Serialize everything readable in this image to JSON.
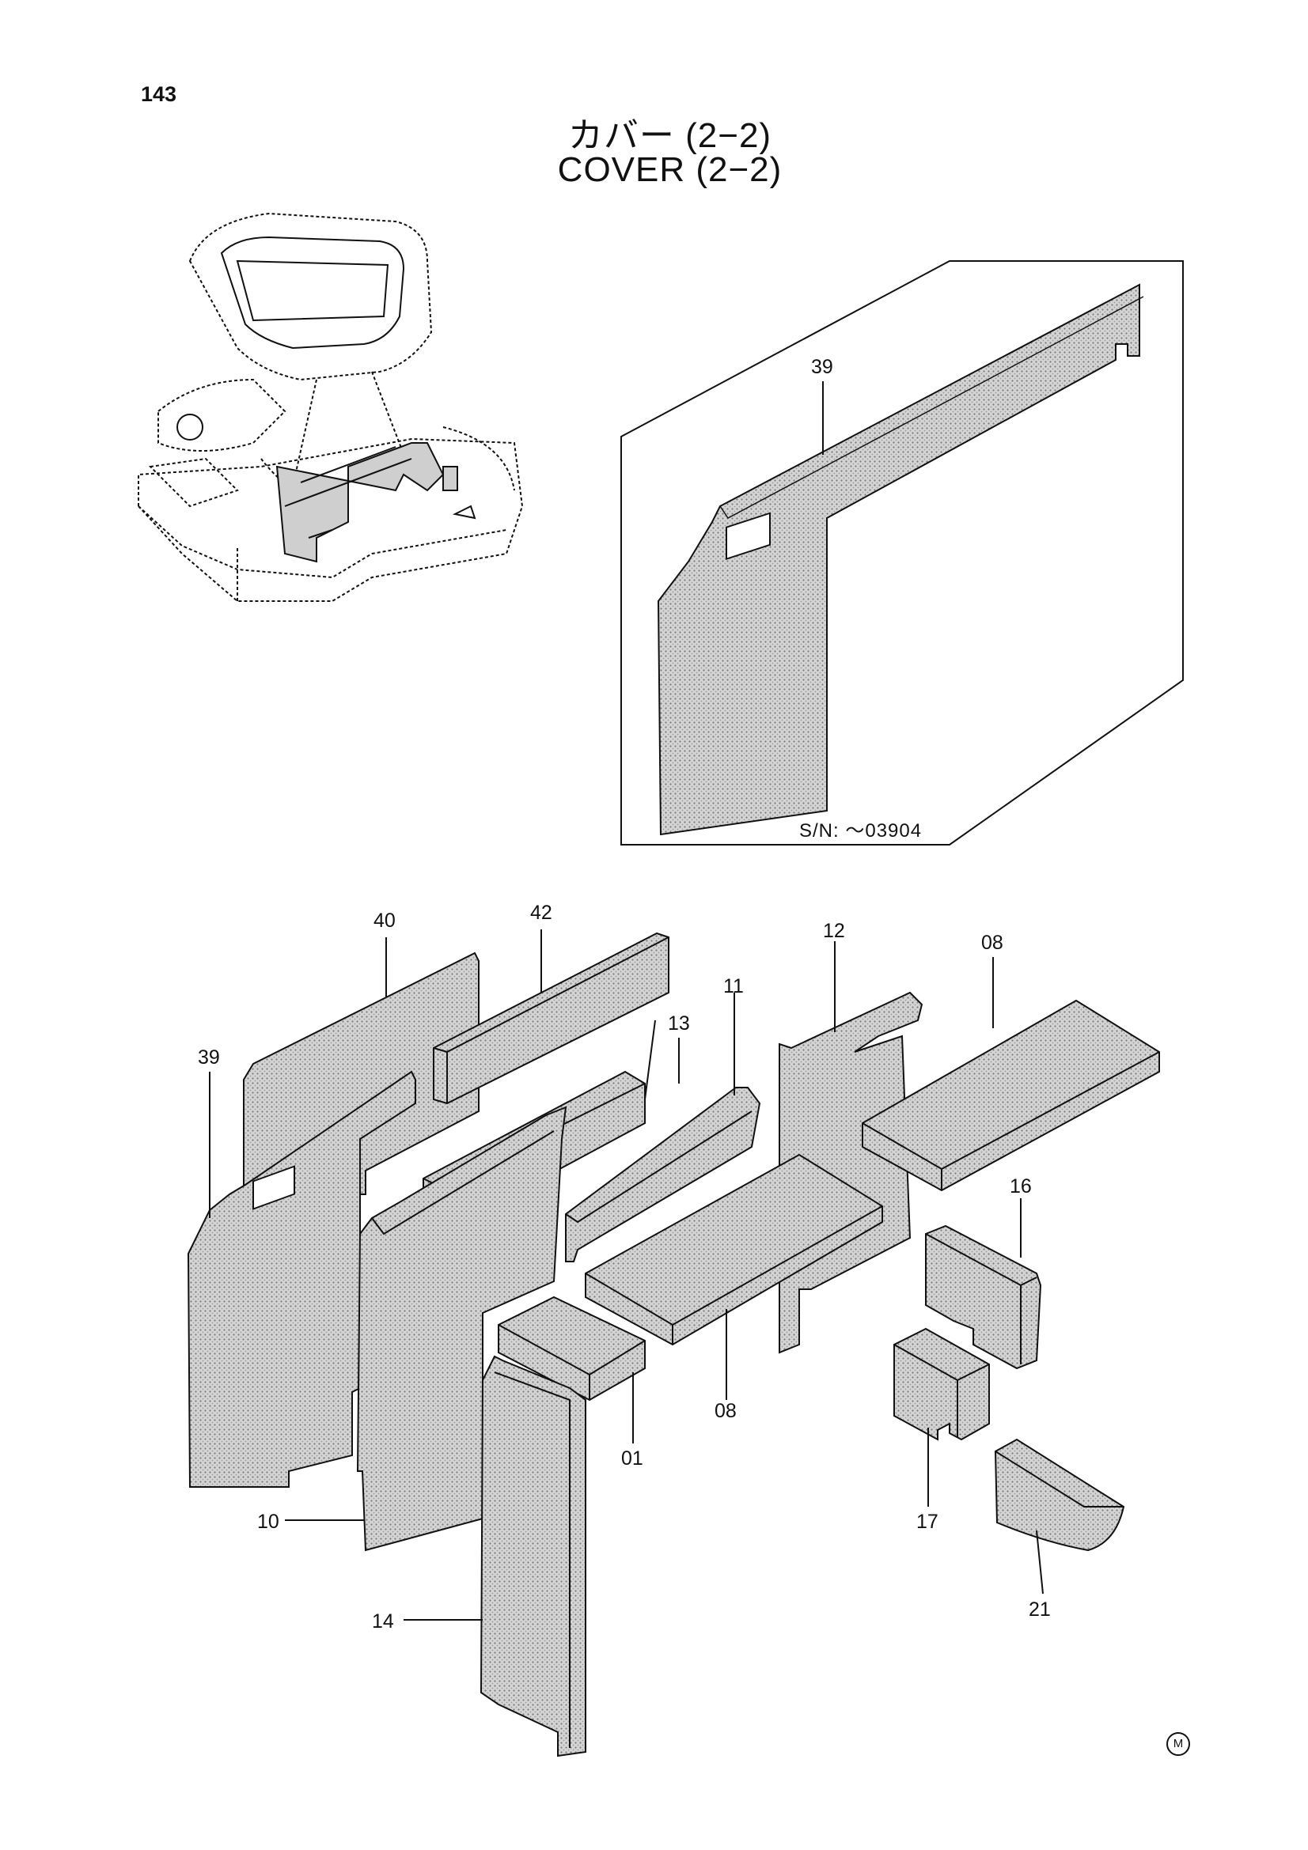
{
  "page_number": "143",
  "title_jp": "カバー (2−2)",
  "title_en": "COVER (2−2)",
  "inset": {
    "serial_note": "S/N: ～03904",
    "callout": "39"
  },
  "callouts": {
    "c40": "40",
    "c42": "42",
    "c39": "39",
    "c13": "13",
    "c11": "11",
    "c12": "12",
    "c08a": "08",
    "c16": "16",
    "c08b": "08",
    "c01": "01",
    "c17": "17",
    "c10": "10",
    "c14": "14",
    "c21": "21"
  },
  "footer_mark": "M",
  "colors": {
    "ink": "#111111",
    "panel_fill": "#c9c9c9",
    "paper": "#ffffff"
  }
}
